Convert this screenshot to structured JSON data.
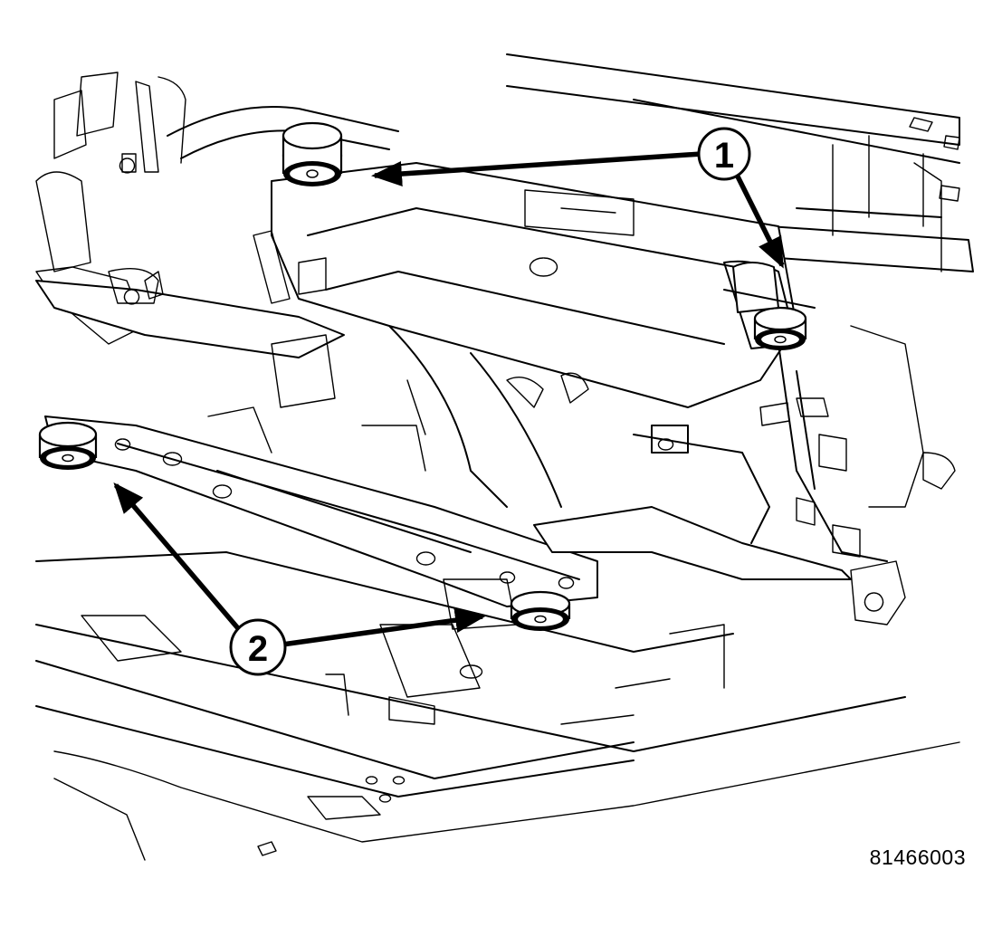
{
  "callouts": [
    {
      "id": "callout-1",
      "label": "1"
    },
    {
      "id": "callout-2",
      "label": "2"
    }
  ],
  "figure_id": "81466003"
}
